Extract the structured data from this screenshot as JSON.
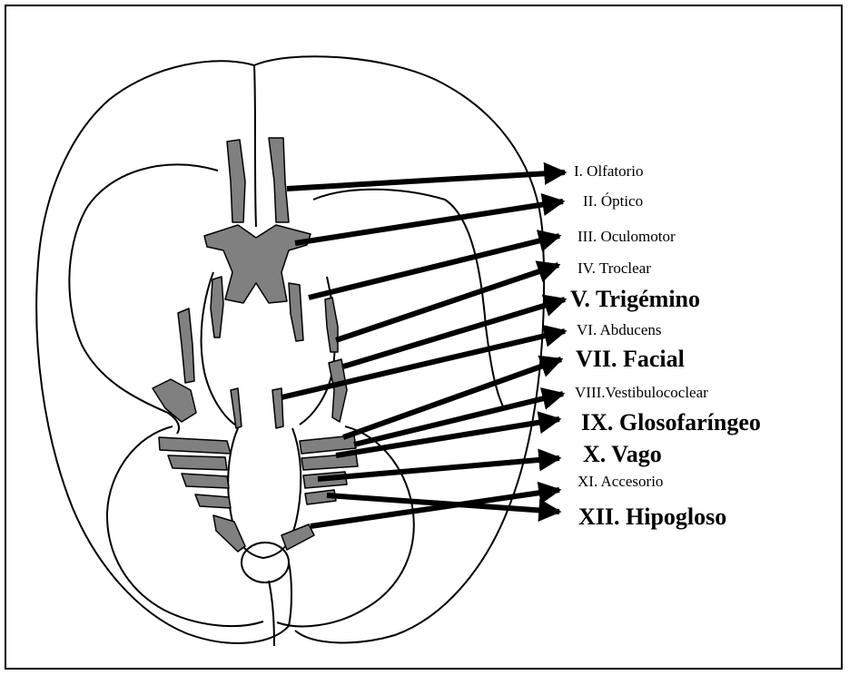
{
  "diagram": {
    "nerve_fill": "#808080",
    "stroke": "#000000",
    "labels": [
      {
        "id": "I",
        "text": "I. Olfatorio",
        "emphasis": false
      },
      {
        "id": "II",
        "text": "II. Óptico",
        "emphasis": false
      },
      {
        "id": "III",
        "text": "III. Oculomotor",
        "emphasis": false
      },
      {
        "id": "IV",
        "text": "IV. Troclear",
        "emphasis": false
      },
      {
        "id": "V",
        "text": "V. Trigémino",
        "emphasis": true
      },
      {
        "id": "VI",
        "text": "VI. Abducens",
        "emphasis": false
      },
      {
        "id": "VII",
        "text": "VII. Facial",
        "emphasis": true
      },
      {
        "id": "VIII",
        "text": "VIII.Vestibulococlear",
        "emphasis": false
      },
      {
        "id": "IX",
        "text": "IX. Glosofaríngeo",
        "emphasis": true
      },
      {
        "id": "X",
        "text": "X. Vago",
        "emphasis": true
      },
      {
        "id": "XI",
        "text": "XI. Accesorio",
        "emphasis": false
      },
      {
        "id": "XII",
        "text": "XII. Hipogloso",
        "emphasis": true
      }
    ]
  }
}
